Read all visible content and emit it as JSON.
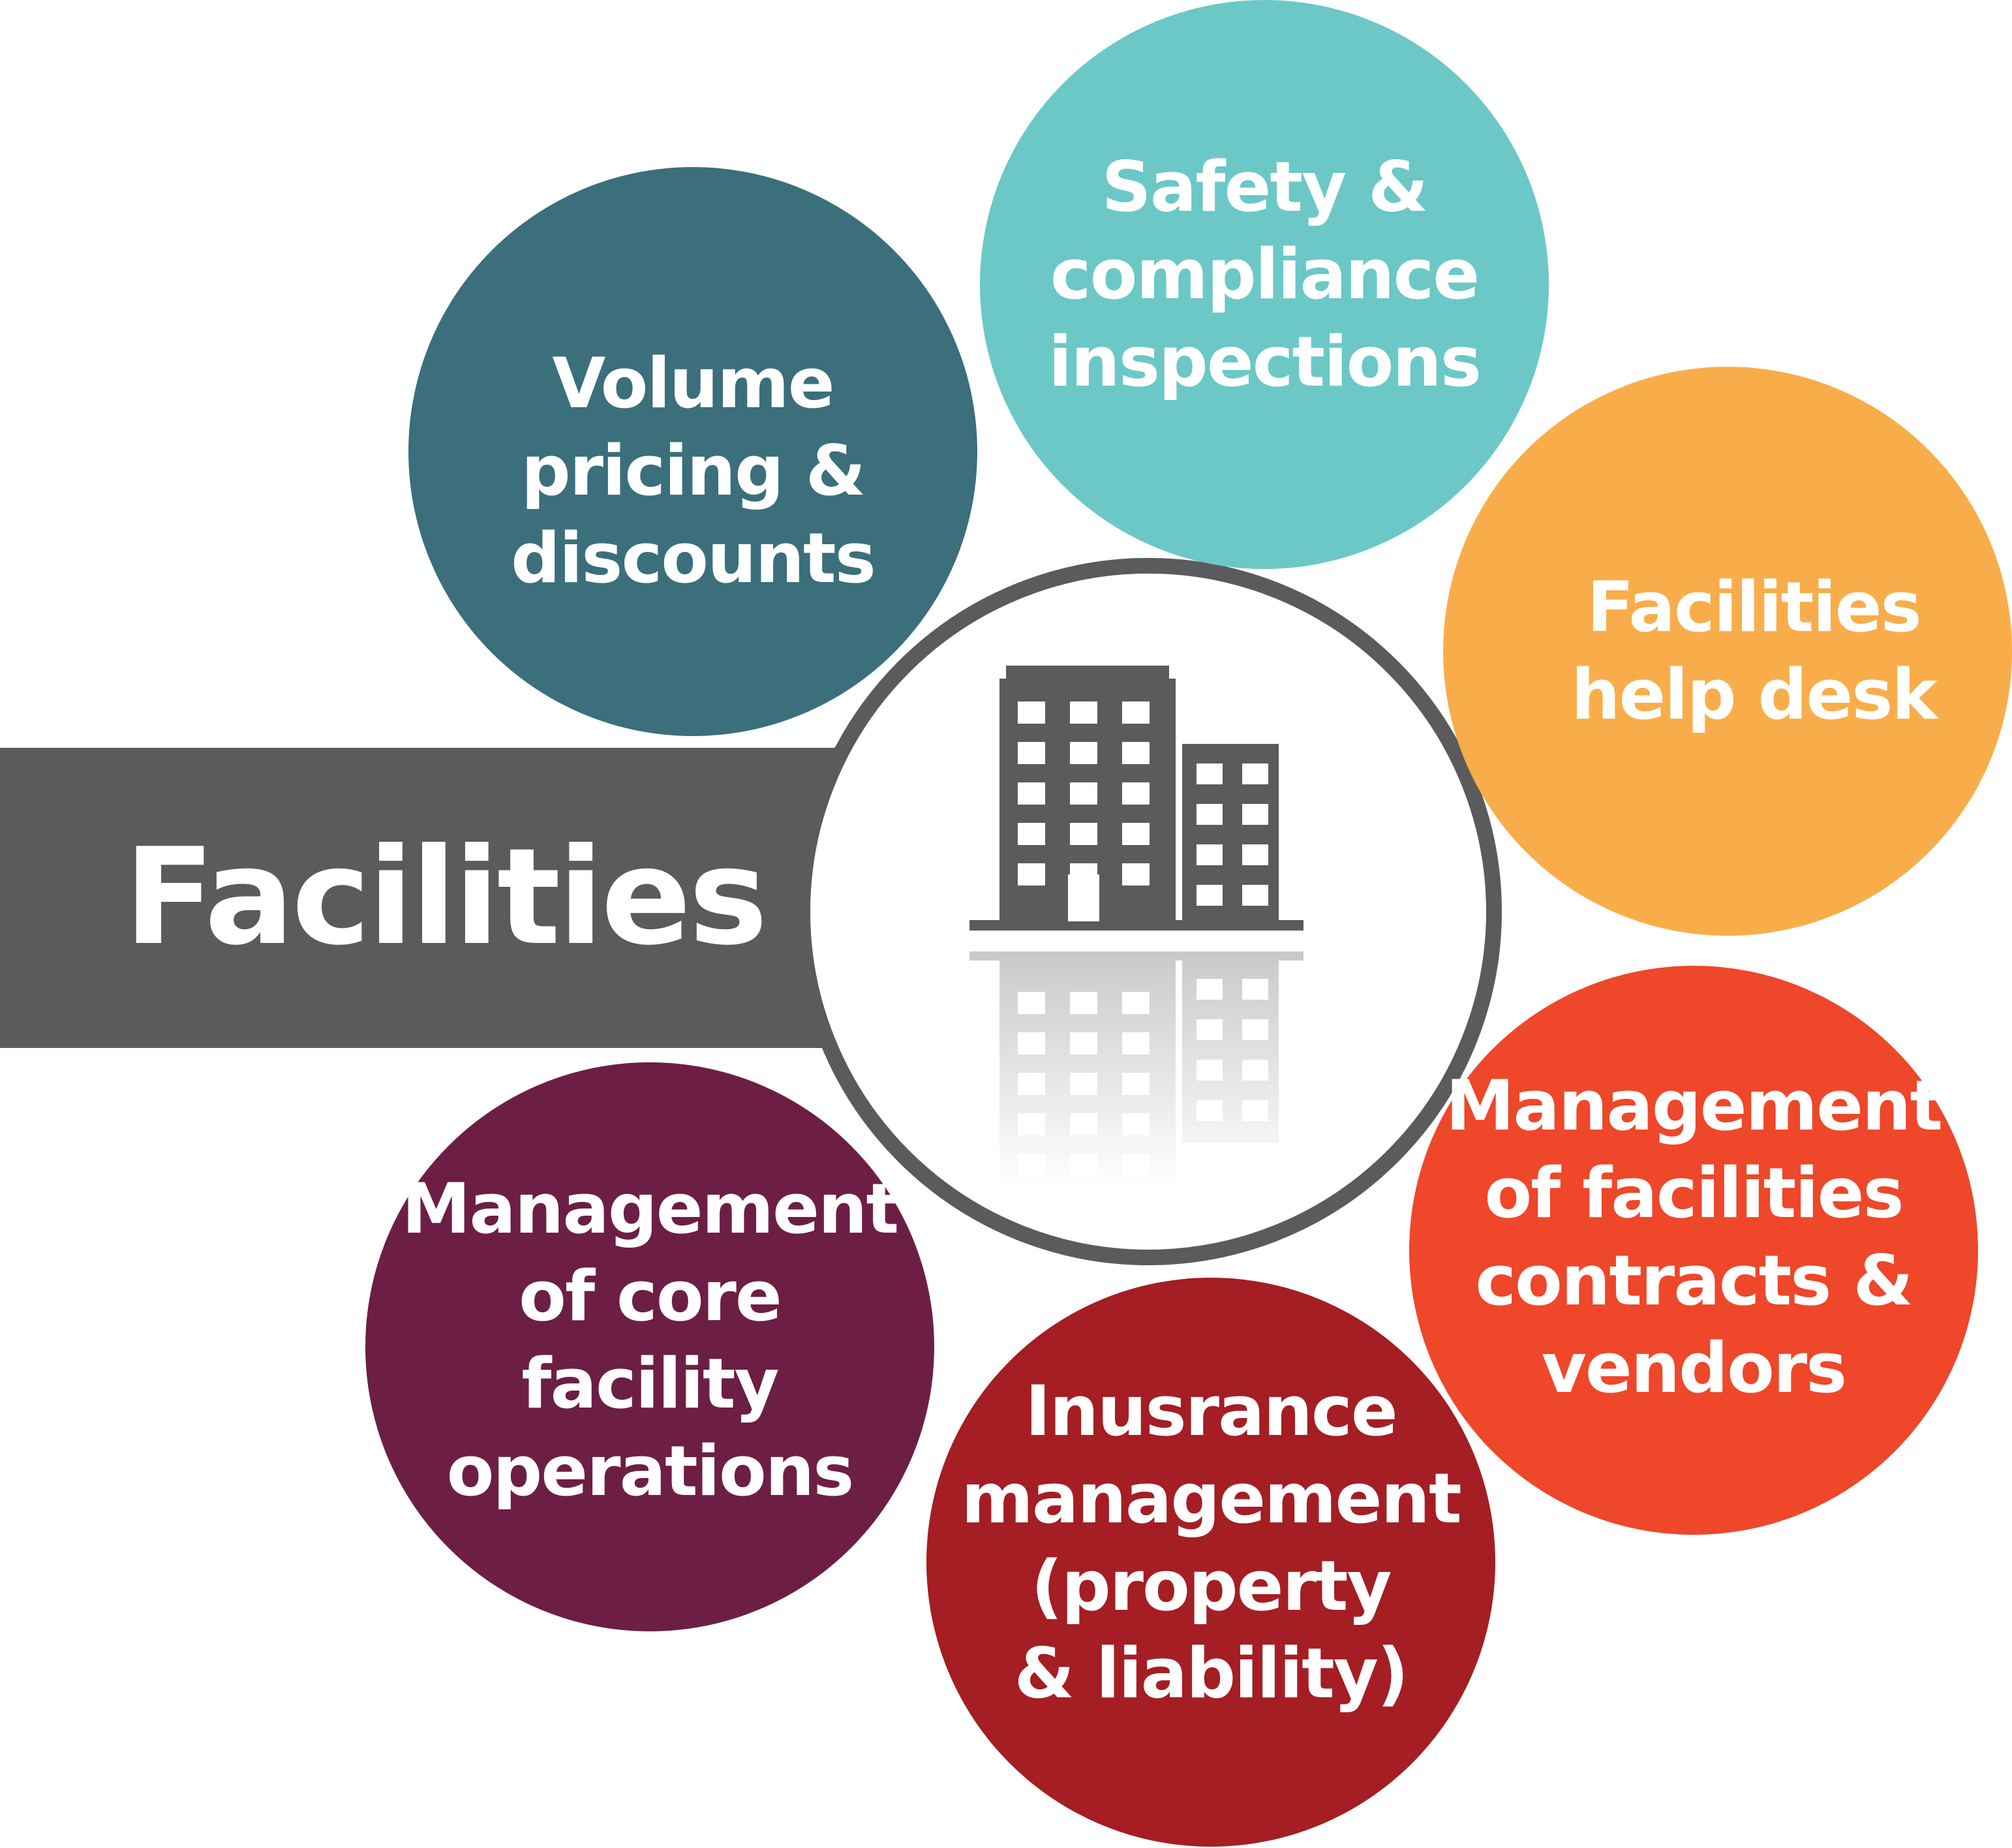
{
  "title": "Facilities",
  "colors": {
    "bar": "#5b5b5d",
    "ring": "#5b5b5d",
    "building": "#5b5b5d",
    "reflection": "#c8c8c8"
  },
  "center_icon": "office-building-icon",
  "bubbles": [
    {
      "label": "Volume\npricing &\ndiscounts",
      "color": "#3a6f7b"
    },
    {
      "label": "Safety &\ncompliance\ninspections",
      "color": "#6bc8c6"
    },
    {
      "label": "Facilities\nhelp desk",
      "color": "#f9ad4a"
    },
    {
      "label": "Management\nof facilities\ncontracts &\nvendors",
      "color": "#ee472a"
    },
    {
      "label": "Inusrance\nmanagement\n(property\n& liability)",
      "color": "#a41e24"
    },
    {
      "label": "Management\nof core\nfacility\noperations",
      "color": "#6d1e44"
    }
  ]
}
